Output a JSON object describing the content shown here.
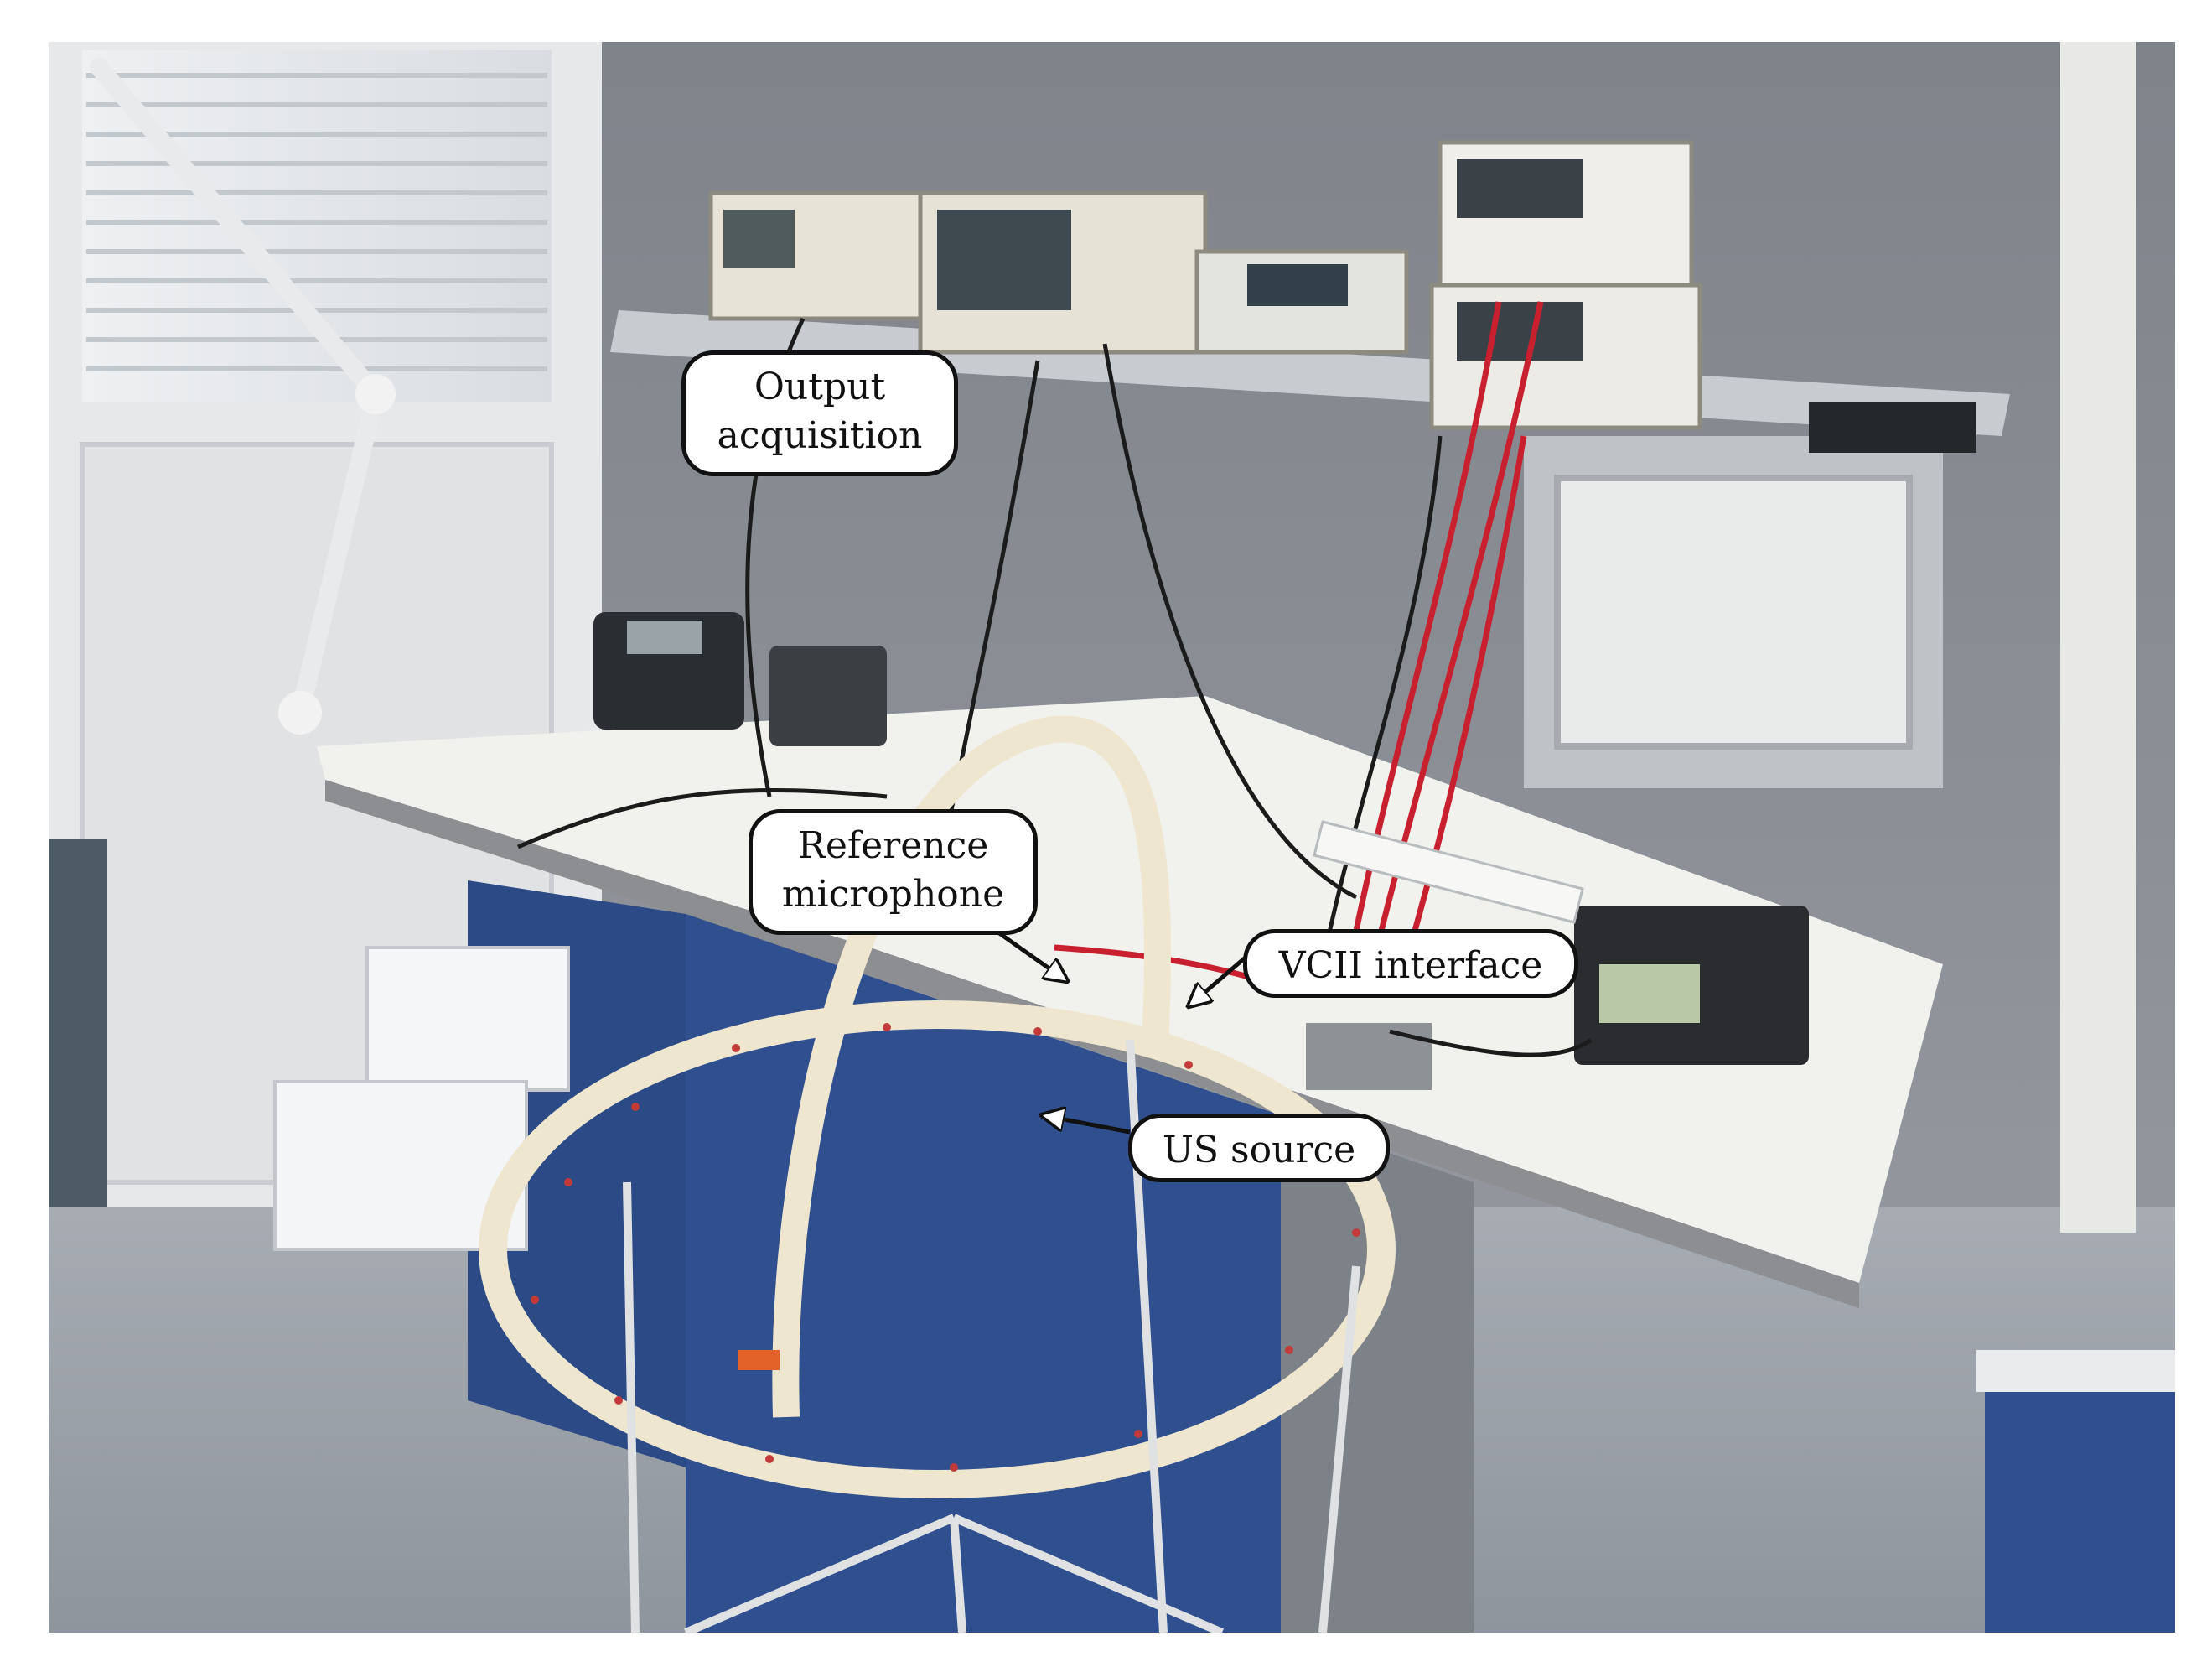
{
  "callouts": {
    "output_acquisition": {
      "line1": "Output",
      "line2": "acquisition"
    },
    "reference_microphone": {
      "line1": "Reference",
      "line2": "microphone"
    },
    "vcii_interface": {
      "text": "VCII interface"
    },
    "us_source": {
      "text": "US source"
    }
  },
  "colors": {
    "wall": "#8c8f96",
    "bench": "#f1f1ee",
    "cabinet": "#2f4f8f",
    "floor": "#9fa4ab",
    "ring": "#efe6cf",
    "cable_red": "#c8202e",
    "callout_border": "#111111"
  }
}
